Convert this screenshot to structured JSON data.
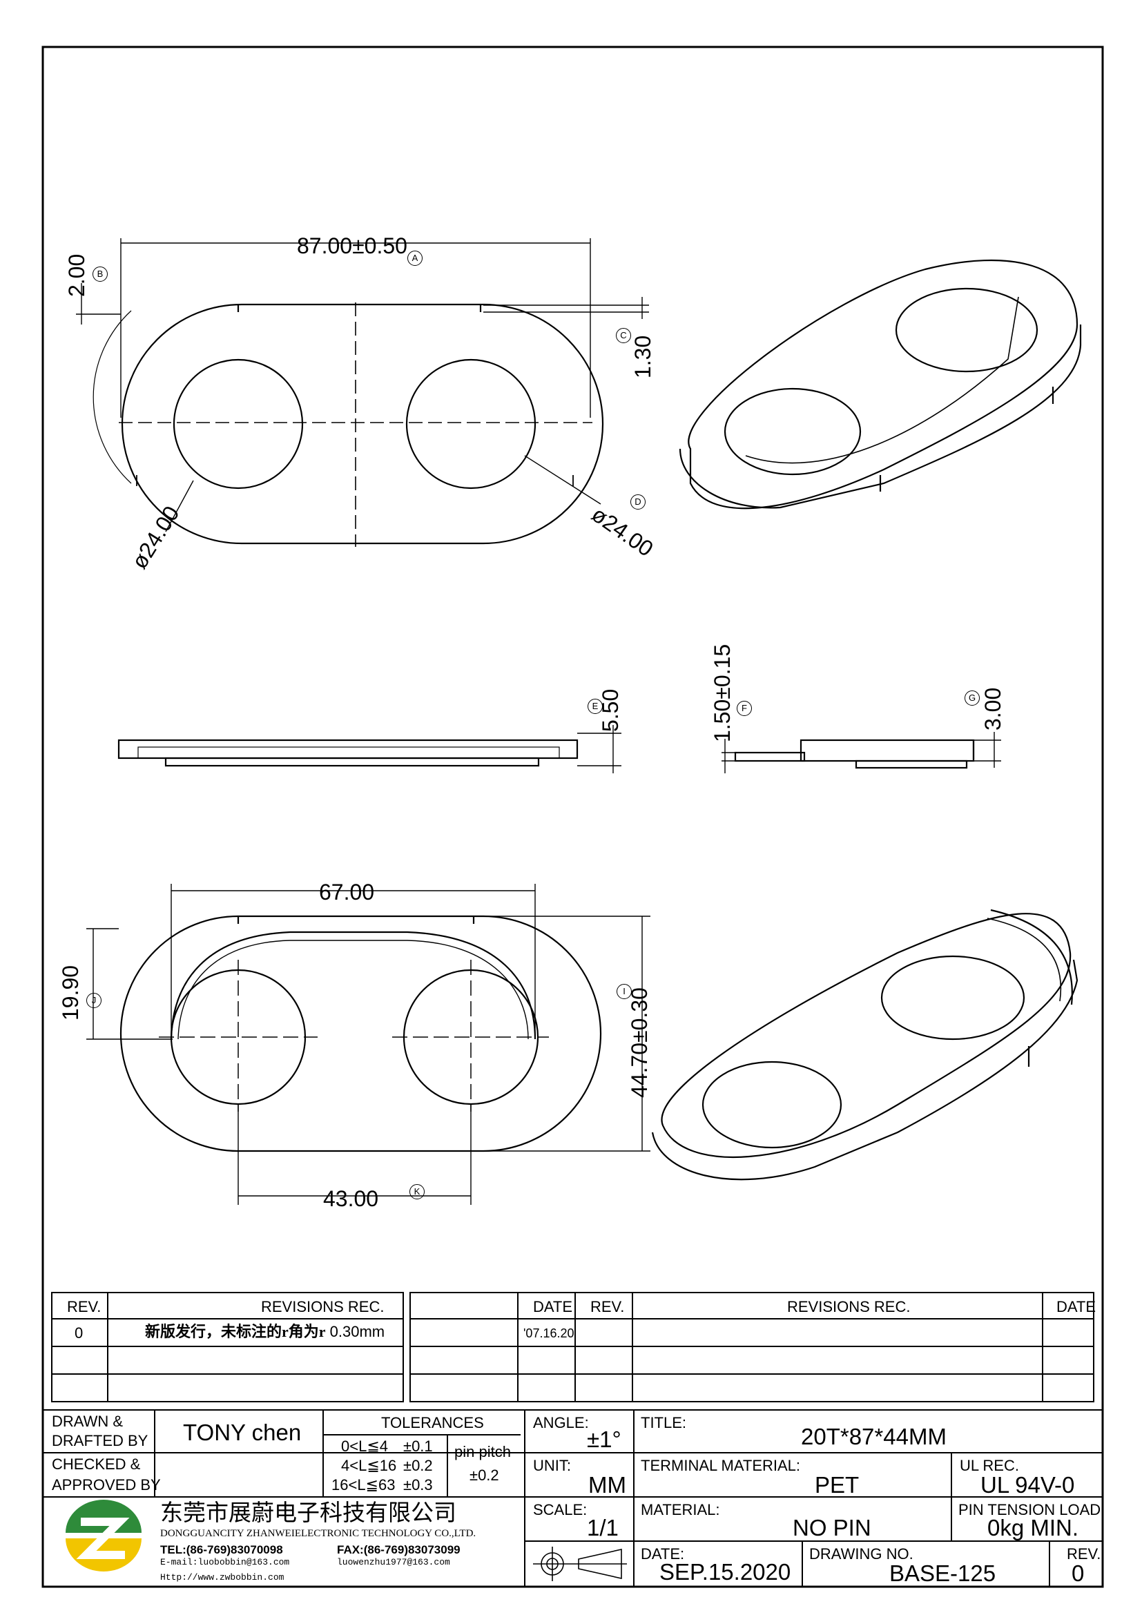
{
  "dimensions": {
    "length": "87.00±0.50",
    "length_ref": "A",
    "lip": "2.00",
    "lip_ref": "B",
    "step": "1.30",
    "step_ref": "C",
    "hole_left": "ø24.00",
    "hole_right": "ø24.00",
    "hole_right_ref": "D",
    "height_total": "5.50",
    "height_total_ref": "E",
    "thickness": "1.50±0.15",
    "thickness_ref": "F",
    "rim_height": "3.00",
    "rim_height_ref": "G",
    "inner_span": "67.00",
    "offset": "19.90",
    "offset_ref": "J",
    "width": "44.70±0.30",
    "width_ref": "I",
    "pitch": "43.00",
    "pitch_ref": "K"
  },
  "revisions": {
    "headers": {
      "rev": "REV.",
      "rec": "REVISIONS   REC.",
      "date": "DATE"
    },
    "rows": [
      {
        "rev": "0",
        "rec_cn": "新版发行，未标注的r角为r",
        "rec_val": " 0.30mm",
        "date": "'07.16.20"
      }
    ]
  },
  "title_block": {
    "drawn_label": "DRAWN  &",
    "drafted_label": "DRAFTED  BY",
    "drawn_value": "TONY  chen",
    "checked_label": "CHECKED  &",
    "approved_label": "APPROVED  BY",
    "tolerances_label": "TOLERANCES",
    "tol_rows": [
      {
        "range": "0<L≦4",
        "tol": "±0.1"
      },
      {
        "range": "4<L≦16",
        "tol": "±0.2"
      },
      {
        "range": "16<L≦63",
        "tol": "±0.3"
      }
    ],
    "pin_pitch_label": "pin  pitch",
    "pin_pitch_value": "±0.2",
    "angle_label": "ANGLE:",
    "angle_value": "±1°",
    "unit_label": "UNIT:",
    "unit_value": "MM",
    "scale_label": "SCALE:",
    "scale_value": "1/1",
    "title_label": "TITLE:",
    "title_value": "20T*87*44MM",
    "terminal_label": "TERMINAL  MATERIAL:",
    "terminal_value": "PET",
    "ul_label": "UL  REC.",
    "ul_value": "UL  94V-0",
    "material_label": "MATERIAL:",
    "material_value": "NO  PIN",
    "pin_tension_label": "PIN  TENSION  LOAD:",
    "pin_tension_value": "0kg  MIN.",
    "date_label": "DATE:",
    "date_value": "SEP.15.2020",
    "drawing_no_label": "DRAWING  NO.",
    "drawing_no_value": "BASE-125",
    "rev_label": "REV.",
    "rev_value": "0"
  },
  "company": {
    "name_cn": "东莞市展蔚电子科技有限公司",
    "name_en": "DONGGUANCITY  ZHANWEIELECTRONIC  TECHNOLOGY  CO.,LTD.",
    "tel": "TEL:(86-769)83070098",
    "fax": "FAX:(86-769)83073099",
    "email": "E-mail:luobobbin@163.com",
    "email2": "luowenzhu1977@163.com",
    "web": "Http://www.zwbobbin.com",
    "logo_colors": [
      "#2e8b3a",
      "#f2c500",
      "#1a9a4a"
    ]
  }
}
